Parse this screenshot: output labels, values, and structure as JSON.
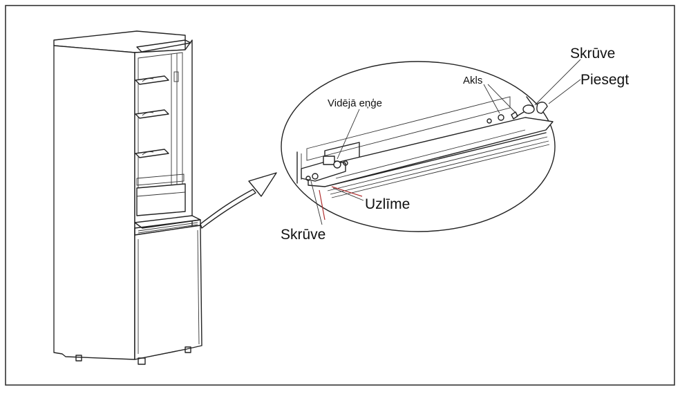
{
  "labels": {
    "screw_top": "Skrūve",
    "cover": "Piesegt",
    "axle": "Akls",
    "middle_hinge": "Vidējā eņģe",
    "sticker": "Uzlīme",
    "screw_bottom": "Skrūve"
  },
  "colors": {
    "line": "#222222",
    "background": "#ffffff",
    "accent_red": "#b03030"
  }
}
